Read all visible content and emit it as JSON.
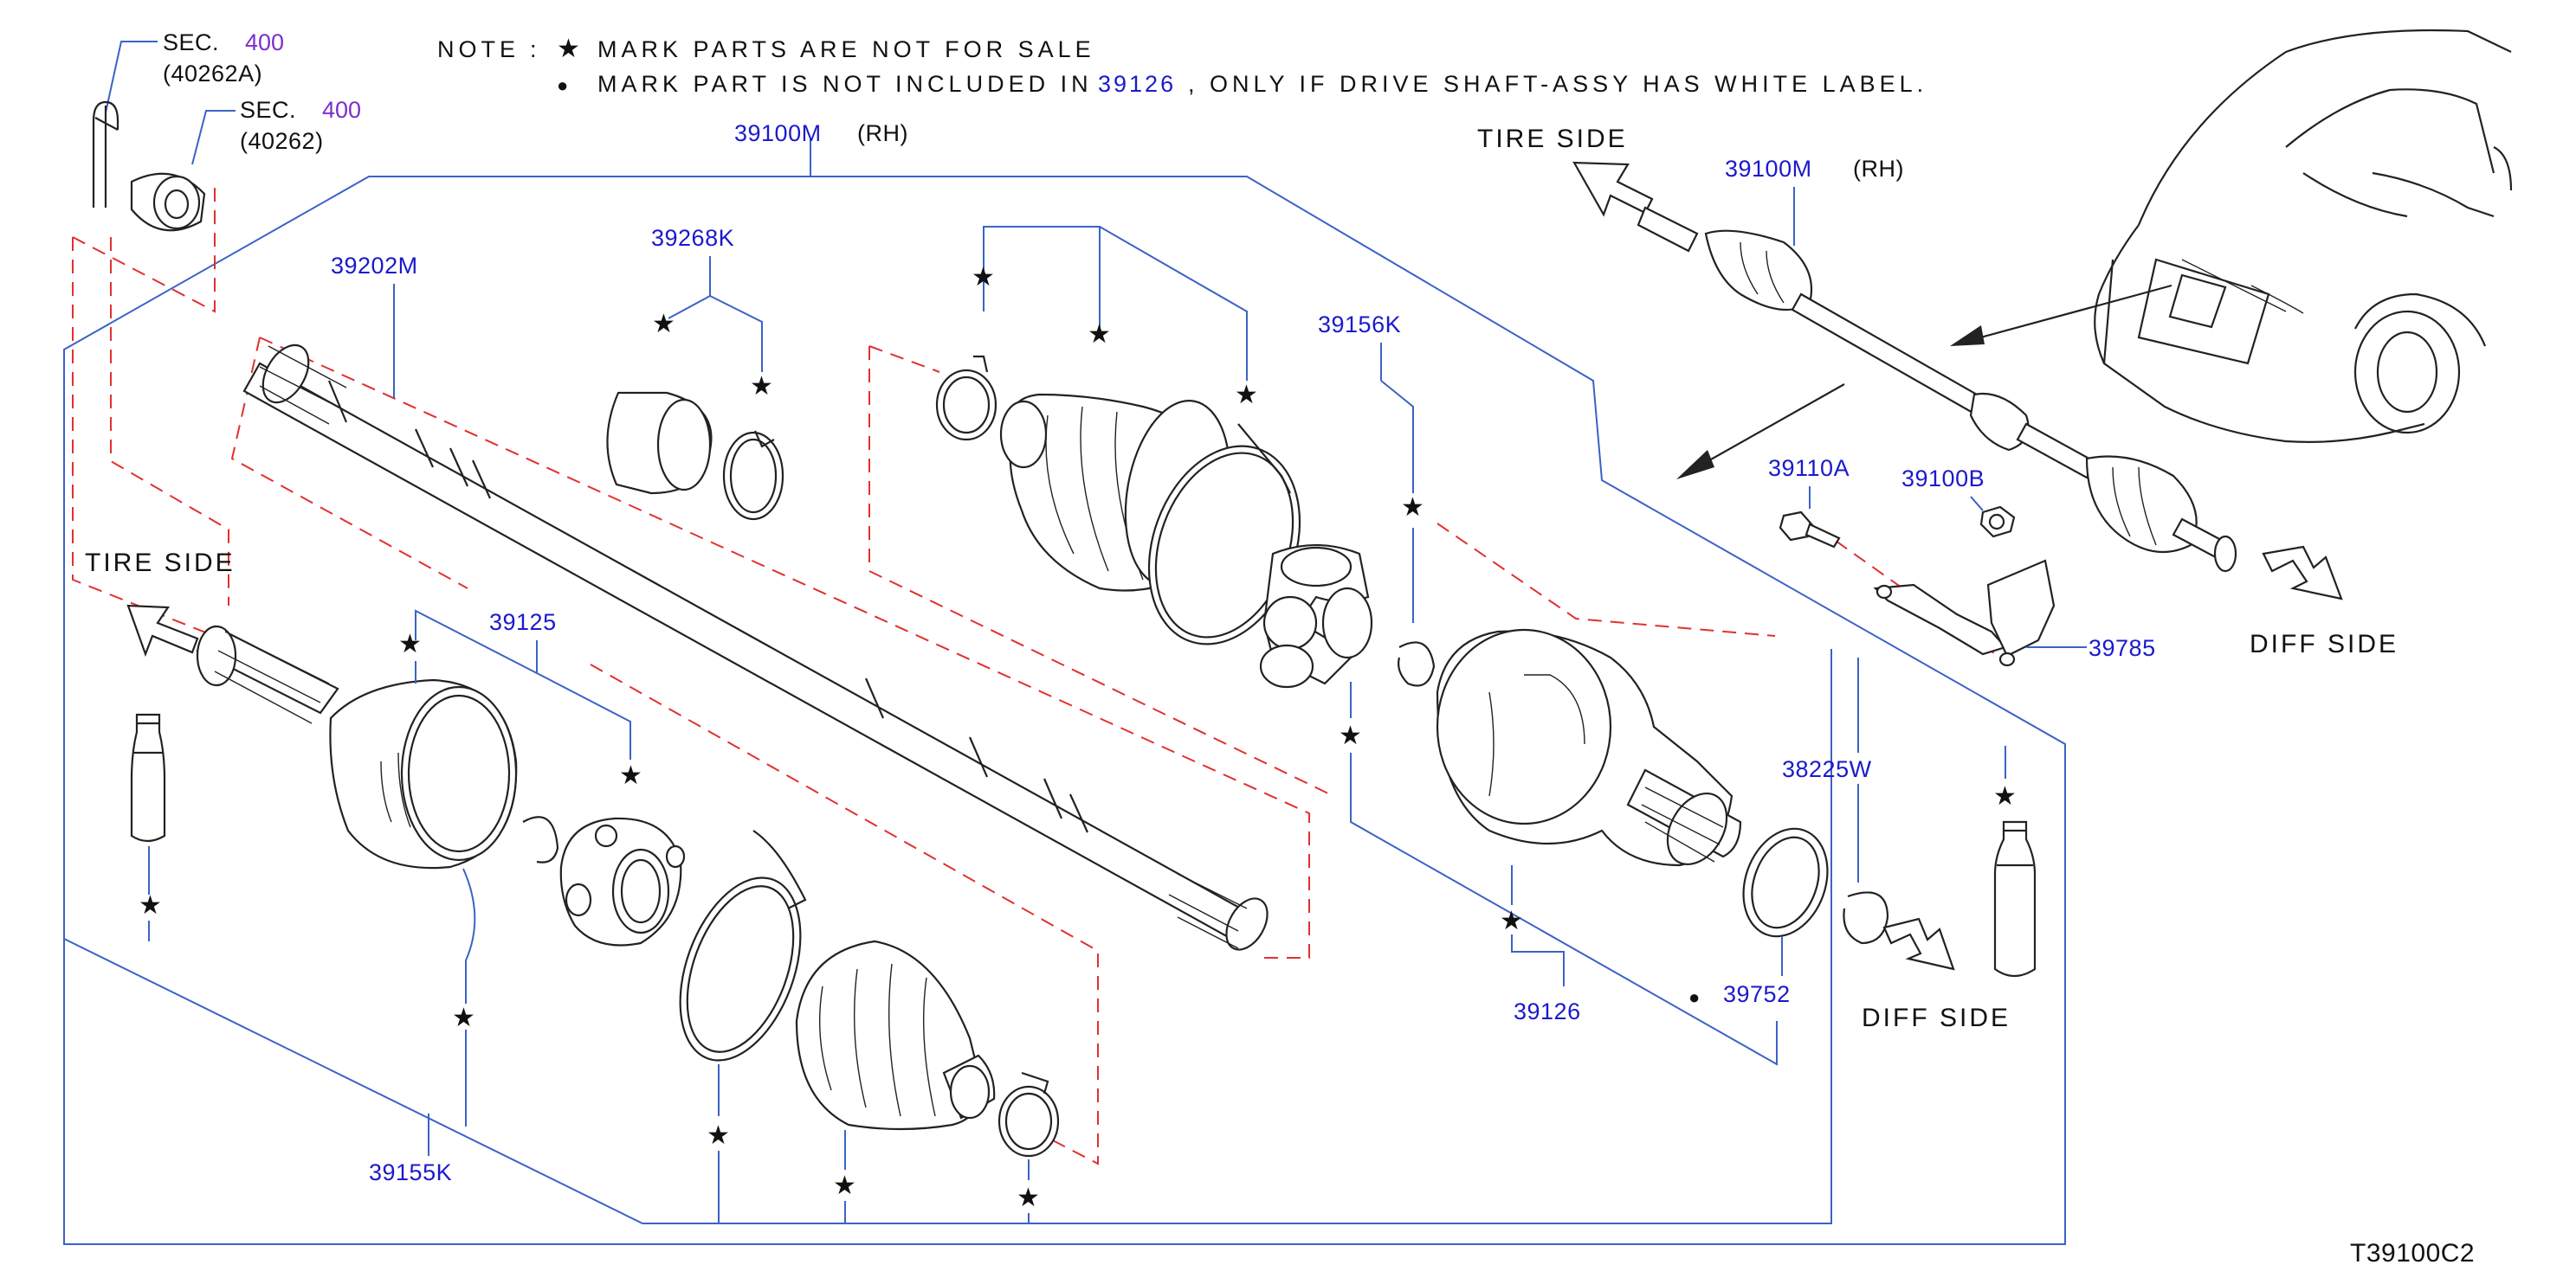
{
  "note": {
    "prefix": "NOTE",
    "colon": ":",
    "star_symbol": "★",
    "dot_symbol": "●",
    "line1": "MARK PARTS ARE NOT FOR SALE",
    "line2_before": "MARK PART IS NOT INCLUDED IN",
    "line2_ref": "39126",
    "line2_after": ", ONLY IF DRIVE SHAFT-ASSY HAS WHITE LABEL."
  },
  "sec_refs": [
    {
      "label": "SEC.",
      "number": "400",
      "sub": "(40262A)"
    },
    {
      "label": "SEC.",
      "number": "400",
      "sub": "(40262)"
    }
  ],
  "directions": {
    "tire_side": "TIRE SIDE",
    "diff_side": "DIFF SIDE"
  },
  "parts": {
    "p39100M_main": "39100M",
    "p39100M_inset": "39100M",
    "rh": "(RH)",
    "p39202M": "39202M",
    "p39268K": "39268K",
    "p39156K": "39156K",
    "p39125": "39125",
    "p39155K": "39155K",
    "p39126": "39126",
    "p39752": "39752",
    "p38225W": "38225W",
    "p39110A": "39110A",
    "p39100B": "39100B",
    "p39785": "39785"
  },
  "diagram_code": "T39100C2",
  "colors": {
    "part_number": "#1a1acc",
    "section_number": "#7b2fd0",
    "leader_line": "#3a63c7",
    "dashed_guide": "#e23030",
    "linework": "#222222"
  }
}
